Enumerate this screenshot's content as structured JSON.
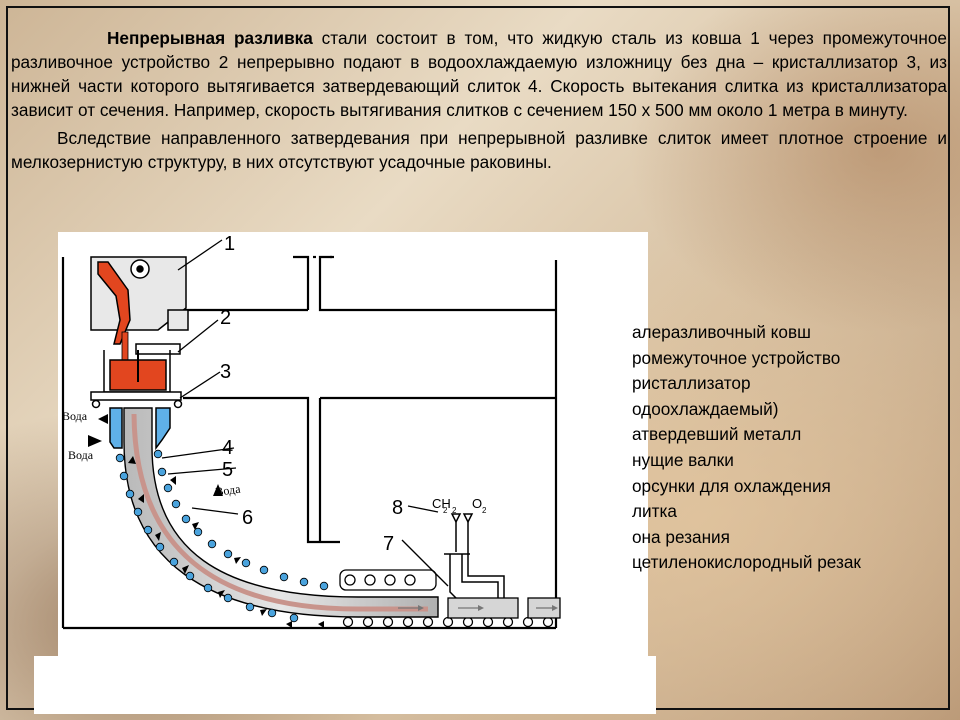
{
  "paragraph1": {
    "bold_lead": "Непрерывная разливка",
    "text": " стали состоит в том, что жидкую сталь из ковша 1 через промежуточное разливочное устройство 2 непрерывно подают в водоохлаждаемую изложницу без дна – кристаллизатор 3, из нижней части которого вытягивается затвердевающий слиток 4. Скорость вытекания слитка  из кристаллизатора зависит от сечения. Например, скорость вытягивания слитков с сечением 150 х 500 мм около 1 метра в минуту."
  },
  "paragraph2": "Вследствие направленного затвердевания при непрерывной разливке слиток имеет плотное строение и мелкозернистую структуру, в них отсутствуют усадочные раковины.",
  "diagram": {
    "numbers": [
      "1",
      "2",
      "3",
      "4",
      "5",
      "6",
      "7",
      "8"
    ],
    "water_label_1": "Вода",
    "water_label_2": "Вода",
    "water_label_3": "Вода",
    "gas_ch": "CH",
    "gas_sub_2a": "2",
    "gas_sub_2b": "2",
    "gas_o": "O",
    "gas_sub_2c": "2",
    "colors": {
      "molten": "#e2461f",
      "metal": "#c8948c",
      "rollers": "#4aa3dd",
      "mold": "#5fb0e8"
    }
  },
  "legend": [
    "алеразливочный ковш",
    "ромежуточное устройство",
    "ристаллизатор",
    "одоохлаждаемый)",
    "атвердевший металл",
    "нущие валки",
    "орсунки для охлаждения",
    "литка",
    "она резания",
    "цетиленокислородный резак"
  ]
}
